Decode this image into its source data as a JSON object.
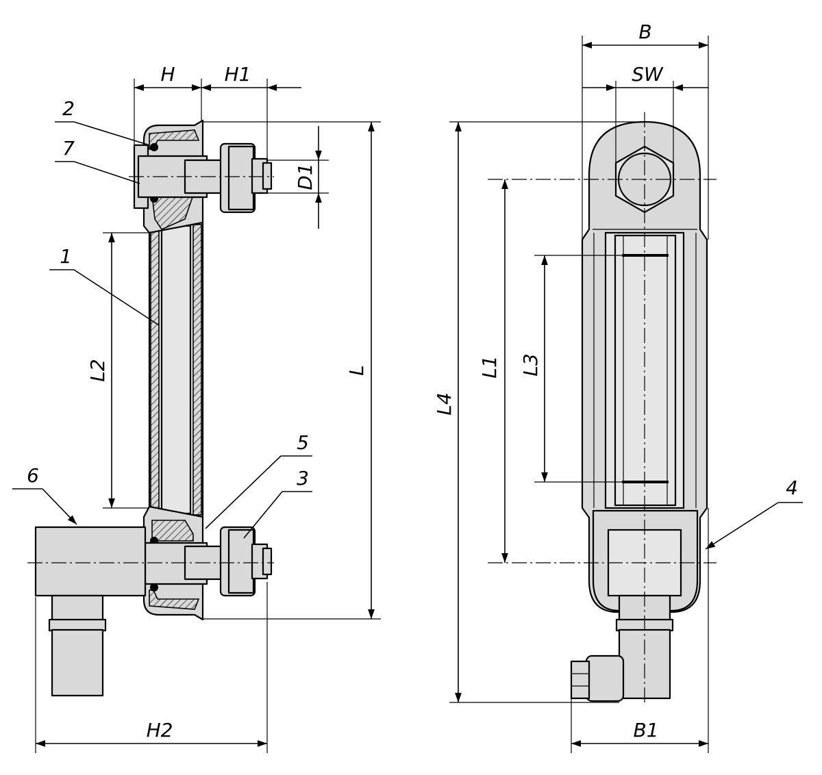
{
  "left_view": {
    "dimensions": {
      "h": "H",
      "h1": "H1",
      "d1": "D1",
      "l2": "L2",
      "l": "L",
      "h2": "H2"
    },
    "callouts": {
      "c1": "1",
      "c2": "2",
      "c3": "3",
      "c5": "5",
      "c6": "6",
      "c7": "7"
    }
  },
  "right_view": {
    "dimensions": {
      "b": "B",
      "sw": "SW",
      "l4": "L4",
      "l1": "L1",
      "l3": "L3",
      "b1": "B1"
    },
    "callouts": {
      "c4": "4"
    }
  }
}
